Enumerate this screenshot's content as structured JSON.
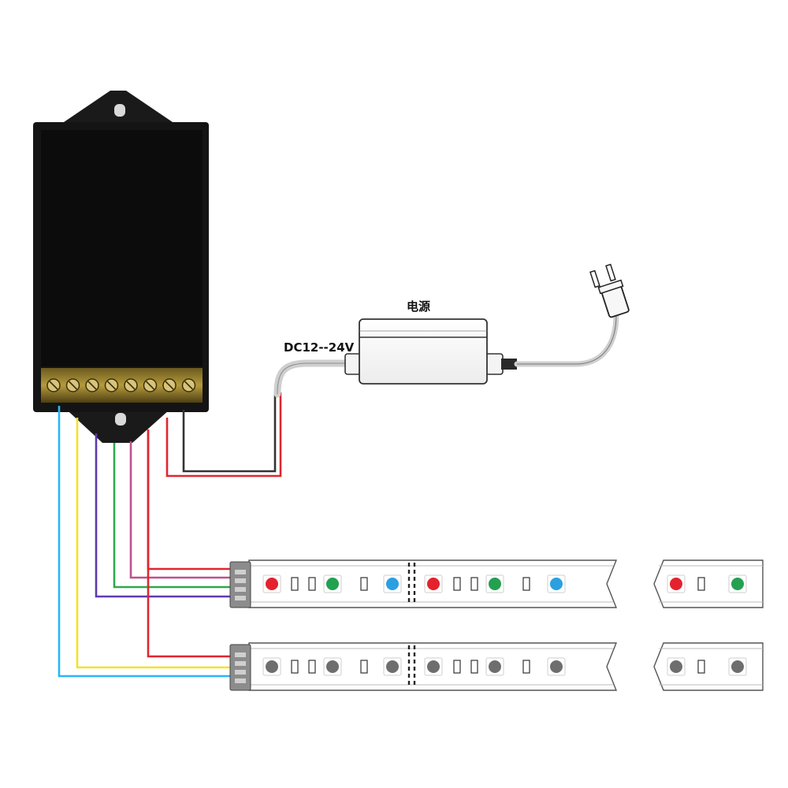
{
  "labels": {
    "power_supply": "电源",
    "input_voltage": "DC12--24V"
  },
  "controller": {
    "terminal_count": 8
  },
  "wires": {
    "cyan": "#29b6f6",
    "yellow": "#f4e12a",
    "purple": "#5e3ab0",
    "green": "#2fa84f",
    "magenta": "#c0508c",
    "red": "#e0262f",
    "black": "#333333"
  },
  "strips": [
    {
      "kind": "rgb",
      "led_sequence": [
        "red",
        "w",
        "w",
        "green",
        "w",
        "blue",
        "red",
        "w",
        "w",
        "green",
        "w",
        "blue"
      ],
      "end_sequence": [
        "red",
        "w",
        "green"
      ]
    },
    {
      "kind": "mono",
      "led_sequence": [
        "gray",
        "w",
        "w",
        "gray",
        "w",
        "gray",
        "gray",
        "w",
        "w",
        "gray",
        "w",
        "gray"
      ],
      "end_sequence": [
        "gray",
        "w",
        "gray"
      ]
    }
  ],
  "led_colors": {
    "red": "#e4222d",
    "green": "#23a050",
    "blue": "#2aa0e0",
    "gray": "#6e6e6e"
  }
}
